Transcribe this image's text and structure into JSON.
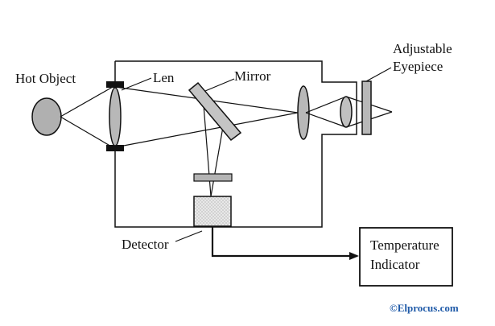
{
  "labels": {
    "hot_object": "Hot Object",
    "lens": "Len",
    "mirror": "Mirror",
    "eyepiece_line1": "Adjustable",
    "eyepiece_line2": "Eyepiece",
    "detector": "Detector",
    "indicator_line1": "Temperature",
    "indicator_line2": "Indicator"
  },
  "credit": "©Elprocus.com",
  "colors": {
    "stroke": "#111111",
    "lens_fill": "#b8b8b8",
    "object_fill": "#b0b0b0",
    "mirror_fill": "#c4c4c4",
    "filter_fill": "#b4b4b4",
    "eyepiece_fill": "#b8b8b8",
    "detector_fill": "#e4e4e4",
    "credit_text": "#1f5aa8"
  }
}
